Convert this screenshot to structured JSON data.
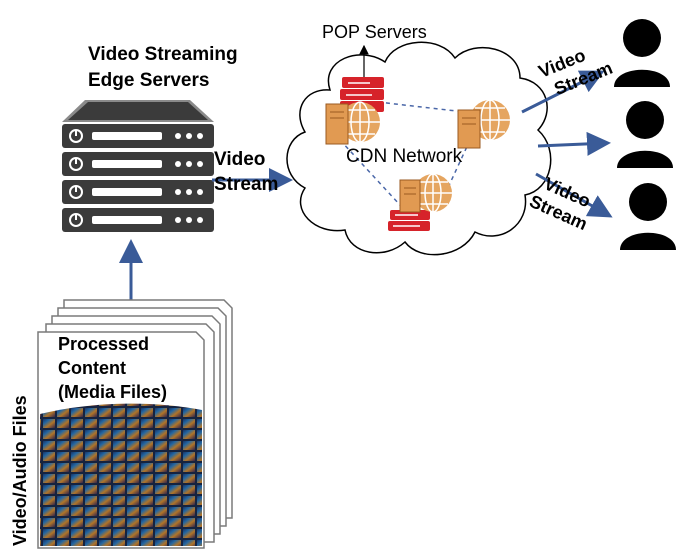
{
  "edge_servers": {
    "label_line1": "Video Streaming",
    "label_line2": "Edge Servers"
  },
  "pop_servers": {
    "label": "POP Servers"
  },
  "cdn": {
    "label": "CDN Network"
  },
  "arrows": {
    "edge_to_cdn": {
      "line1": "Video",
      "line2": "Stream"
    },
    "to_user_top": {
      "line1": "Video",
      "line2": "Stream"
    },
    "to_user_bottom": {
      "line1": "Video",
      "line2": "Stream"
    }
  },
  "content": {
    "line1": "Processed",
    "line2": "Content",
    "line3": "(Media Files)",
    "side_label": "Video/Audio Files"
  },
  "colors": {
    "arrow": "#3a5b98",
    "server_dark": "#3b3b3b",
    "pop_red": "#d6232a",
    "server_orange": "#e19a52",
    "globe": "#e5a560",
    "dashed_link": "#4a67a8"
  }
}
